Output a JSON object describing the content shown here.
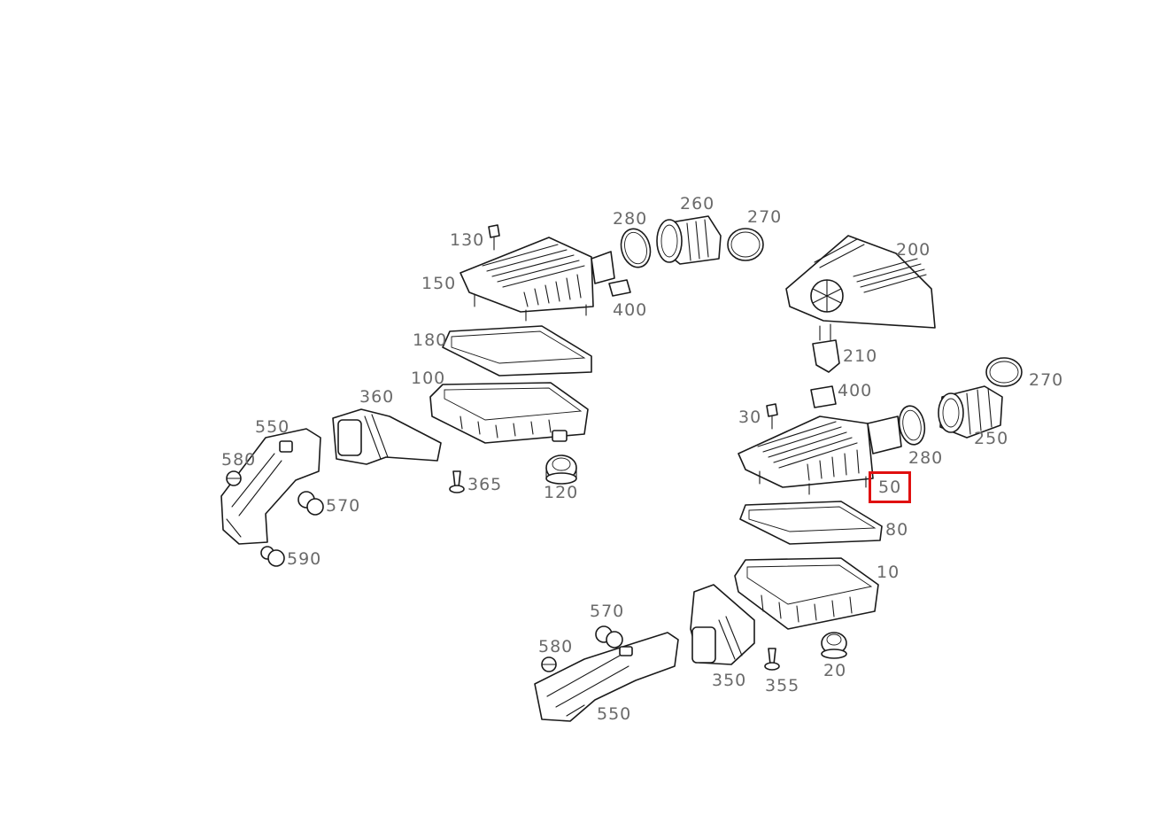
{
  "highlight_color": "#e01010",
  "callouts": [
    {
      "id": "c130a",
      "text": "130"
    },
    {
      "id": "c150",
      "text": "150"
    },
    {
      "id": "c280a",
      "text": "280"
    },
    {
      "id": "c260",
      "text": "260"
    },
    {
      "id": "c270a",
      "text": "270"
    },
    {
      "id": "c400a",
      "text": "400"
    },
    {
      "id": "c200",
      "text": "200"
    },
    {
      "id": "c180",
      "text": "180"
    },
    {
      "id": "c210",
      "text": "210"
    },
    {
      "id": "c100",
      "text": "100"
    },
    {
      "id": "c360",
      "text": "360"
    },
    {
      "id": "c400b",
      "text": "400"
    },
    {
      "id": "c270b",
      "text": "270"
    },
    {
      "id": "c550a",
      "text": "550"
    },
    {
      "id": "c30",
      "text": "30"
    },
    {
      "id": "c250",
      "text": "250"
    },
    {
      "id": "c580a",
      "text": "580"
    },
    {
      "id": "c365",
      "text": "365"
    },
    {
      "id": "c280b",
      "text": "280"
    },
    {
      "id": "c50",
      "text": "50"
    },
    {
      "id": "c120",
      "text": "120"
    },
    {
      "id": "c570a",
      "text": "570"
    },
    {
      "id": "c80",
      "text": "80"
    },
    {
      "id": "c590",
      "text": "590"
    },
    {
      "id": "c10",
      "text": "10"
    },
    {
      "id": "c570b",
      "text": "570"
    },
    {
      "id": "c580b",
      "text": "580"
    },
    {
      "id": "c350",
      "text": "350"
    },
    {
      "id": "c355",
      "text": "355"
    },
    {
      "id": "c20",
      "text": "20"
    },
    {
      "id": "c550b",
      "text": "550"
    }
  ],
  "highlighted_callout": "50"
}
